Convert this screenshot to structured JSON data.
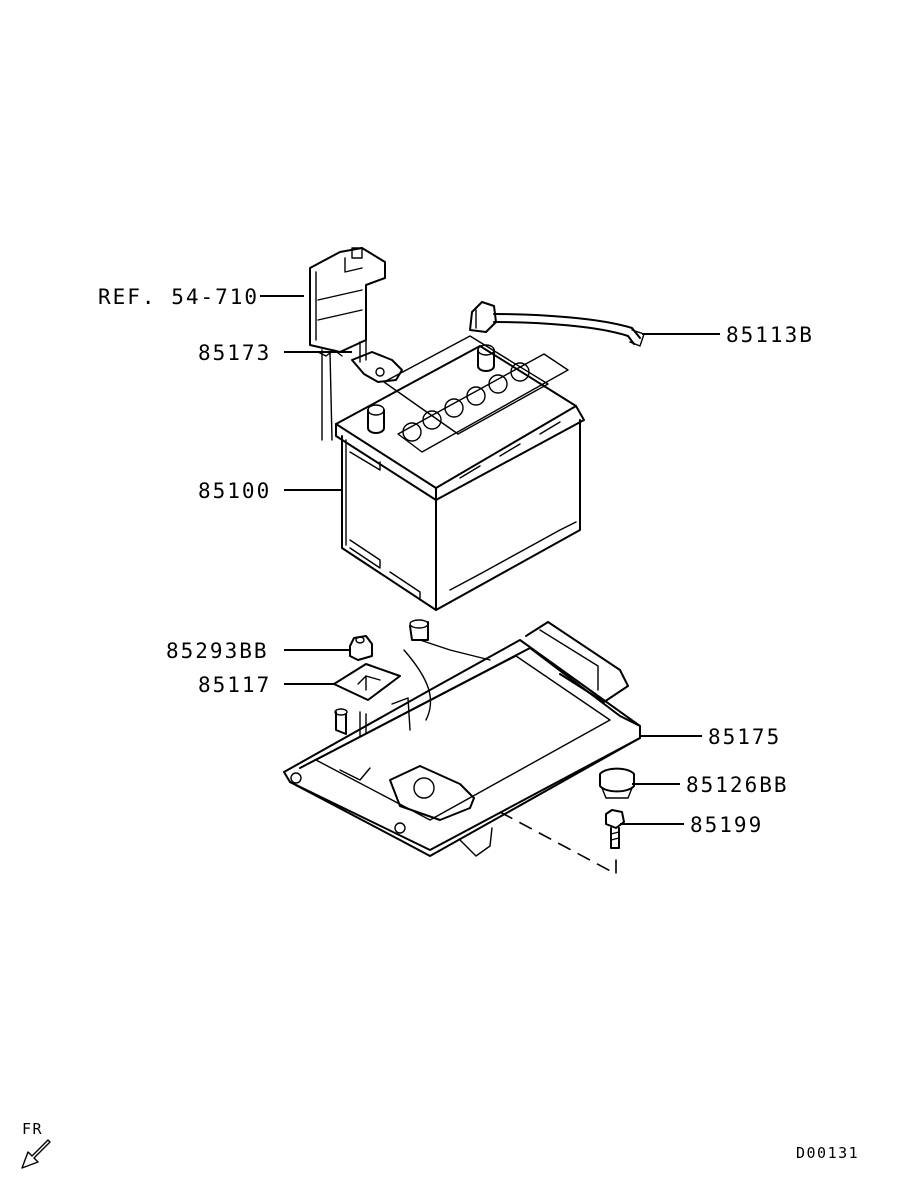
{
  "callouts": {
    "ref": "REF. 54-710",
    "clamp": "85173",
    "battery": "85100",
    "nut": "85293BB",
    "plate": "85117",
    "cable": "85113B",
    "tray": "85175",
    "plug": "85126BB",
    "bolt": "85199"
  },
  "footer": {
    "direction": "FR",
    "drawing_id": "D00131"
  }
}
